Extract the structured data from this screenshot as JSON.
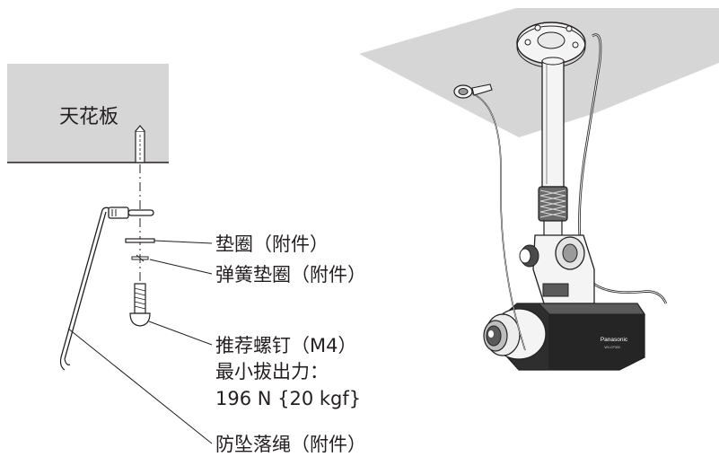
{
  "ceiling_label": "天花板",
  "labels": {
    "washer": "垫圈（附件）",
    "spring_washer": "弹簧垫圈（附件）",
    "screw_line1": "推荐螺钉（M4）",
    "screw_line2": "最小拔出力：",
    "screw_line3": "196 N {20 kgf}",
    "wire": "防坠落绳（附件）"
  },
  "camera": {
    "brand": "Panasonic",
    "model": "WV-CP300"
  },
  "colors": {
    "ceiling_fill": "#d6d6d6",
    "line": "#231f20",
    "metal_light": "#f2f2f2",
    "metal_dark": "#3a3a3a"
  }
}
